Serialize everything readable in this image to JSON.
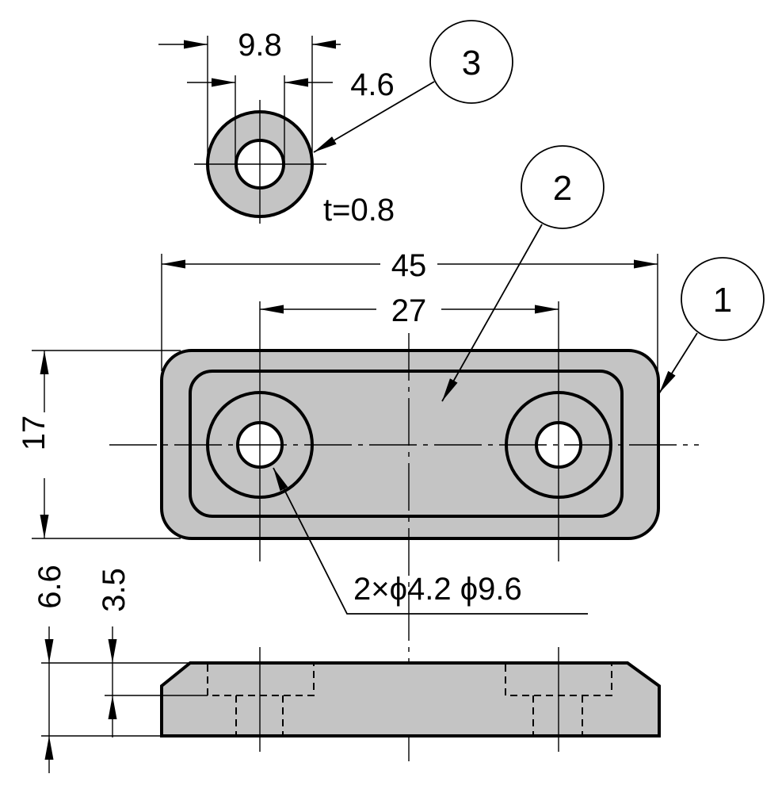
{
  "colors": {
    "part_fill": "#c4c4c4",
    "line": "#000000",
    "background": "#ffffff"
  },
  "washer": {
    "dim_outer": "9.8",
    "dim_inner": "4.6",
    "thickness": "t=0.8"
  },
  "plate": {
    "dim_length": "45",
    "dim_hole_spacing": "27",
    "dim_width": "17",
    "hole_note": "2×ϕ4.2 ϕ9.6"
  },
  "side_view": {
    "dim_total_height": "6.6",
    "dim_step_height": "3.5"
  },
  "callouts": [
    "1",
    "2",
    "3"
  ]
}
